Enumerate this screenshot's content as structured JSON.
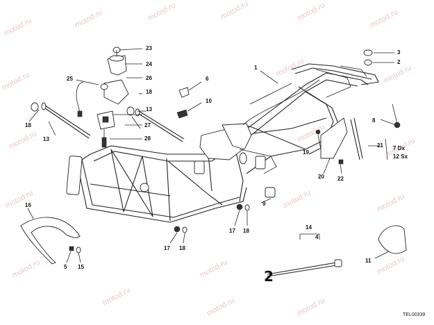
{
  "watermark": "motod.ru",
  "drawing_ref": "TEL00339",
  "handwritten_mark": "2",
  "callouts": {
    "c1": "1",
    "c2": "2",
    "c3": "3",
    "c4": "4",
    "c5": "5",
    "c6": "6",
    "c8": "8",
    "c9": "9",
    "c10": "10",
    "c11": "11",
    "c13a": "13",
    "c13b": "13",
    "c14": "14",
    "c15": "15",
    "c16": "16",
    "c17a": "17",
    "c17b": "17",
    "c18a": "18",
    "c18b": "18",
    "c18c": "18",
    "c18d": "18",
    "c19": "19",
    "c20": "20",
    "c21": "21",
    "c22": "22",
    "c23": "23",
    "c24": "24",
    "c25": "25",
    "c26": "26",
    "c27": "27",
    "c28": "28",
    "c7dx": "7 Dx",
    "c12sx": "12 Sx"
  }
}
